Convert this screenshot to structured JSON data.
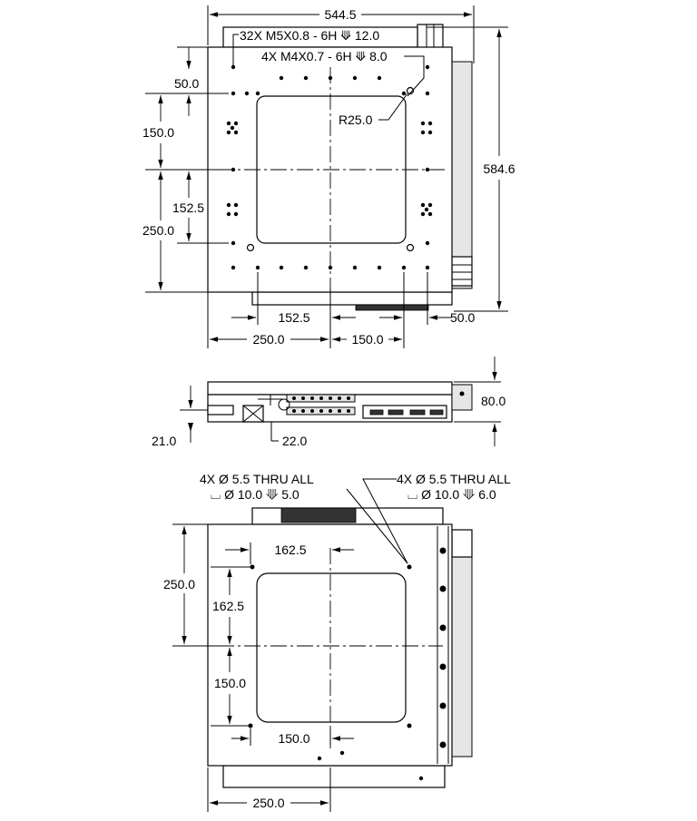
{
  "top_view": {
    "overall_width": "544.5",
    "overall_height": "584.6",
    "callout_m5": "32X M5X0.8 - 6H ⟱ 12.0",
    "callout_m4": "4X M4X0.7 - 6H ⟱ 8.0",
    "radius": "R25.0",
    "left_50": "50.0",
    "left_150": "150.0",
    "left_152_5": "152.5",
    "left_250": "250.0",
    "bottom_152_5": "152.5",
    "bottom_50": "50.0",
    "bottom_250": "250.0",
    "bottom_150": "150.0"
  },
  "side_view": {
    "height": "80.0",
    "offset_21": "21.0",
    "offset_22": "22.0"
  },
  "bottom_view": {
    "callout_left_line1": "4X Ø 5.5 THRU ALL",
    "callout_left_line2": "⌴ Ø 10.0 ⟱ 5.0",
    "callout_right_line1": "4X Ø 5.5 THRU ALL",
    "callout_right_line2": "⌴ Ø 10.0 ⟱ 6.0",
    "dim_162_5_h": "162.5",
    "dim_250_v": "250.0",
    "dim_162_5_v": "162.5",
    "dim_150_v": "150.0",
    "dim_150_h": "150.0",
    "dim_250_h": "250.0"
  }
}
